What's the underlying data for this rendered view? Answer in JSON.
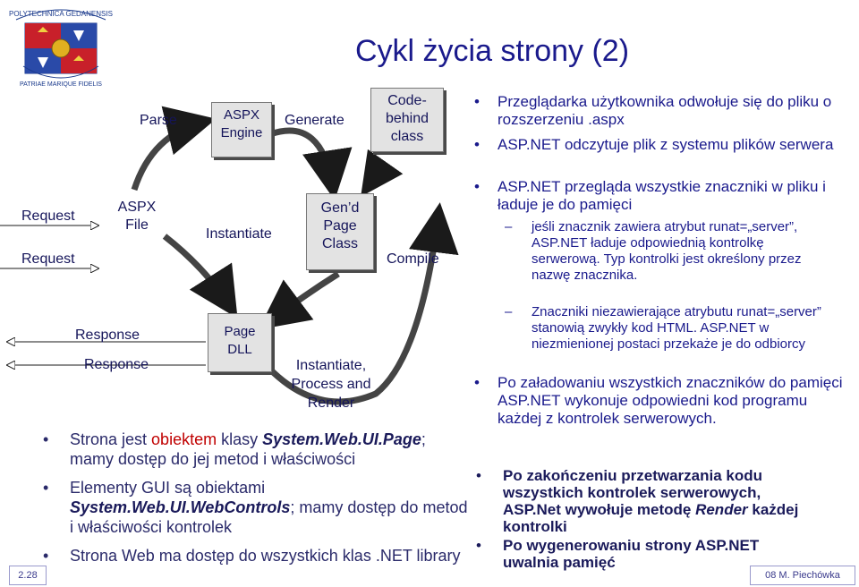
{
  "title": "Cykl życia strony (2)",
  "logo": {
    "text_top": "POLYTECHNICA GEDANENSIS",
    "text_bottom": "PATRIAE MARIQUE FIDELIS"
  },
  "diagram": {
    "nodes": {
      "aspx_file": "ASPX\nFile",
      "aspx_engine": "ASPX\nEngine",
      "gend_class": "Gen’d\nPage\nClass",
      "codebehind": "Code-\nbehind\nclass",
      "page_dll": "Page\nDLL"
    },
    "labels": {
      "request1": "Request",
      "request2": "Request",
      "response1": "Response",
      "response2": "Response",
      "parse": "Parse",
      "generate": "Generate",
      "instantiate": "Instantiate",
      "compile": "Compile",
      "instantiate_process": "Instantiate,\nProcess and\nRender"
    }
  },
  "left_bullets": [
    {
      "parts": [
        "Strona jest ",
        "obiektem",
        " klasy ",
        "System.Web.UI.Page",
        "; mamy dostęp do jej metod i właściwości"
      ]
    },
    {
      "parts": [
        "Elementy GUI są obiektami ",
        "System.Web.UI.WebControls",
        "; mamy dostęp do metod i właściwości kontrolek"
      ]
    },
    {
      "text": "Strona Web ma dostęp do wszystkich klas .NET library"
    }
  ],
  "right_bullets": [
    "Przeglądarka użytkownika odwołuje się do pliku o rozszerzeniu .aspx",
    "ASP.NET odczytuje plik z systemu plików serwera",
    "ASP.NET przegląda wszystkie znaczniki w pliku i ładuje je do pamięci"
  ],
  "sub_bullets": [
    "jeśli znacznik zawiera atrybut runat=„server”, ASP.NET ładuje odpowiednią kontrolkę serwerową. Typ kontrolki jest określony przez nazwę znacznika.",
    "Znaczniki niezawierające atrybutu runat=„server” stanowią zwykły kod HTML. ASP.NET w niezmienionej postaci przekaże je do odbiorcy"
  ],
  "right_bullet_4": "Po załadowaniu wszystkich znaczników do pamięci ASP.NET wykonuje odpowiedni kod programu każdej z kontrolek serwerowych.",
  "bottom_bullets": [
    {
      "parts": [
        "Po zakończeniu przetwarzania kodu wszystkich kontrolek serwerowych, ASP.Net wywołuje metodę ",
        "Render",
        " każdej kontrolki"
      ]
    },
    {
      "text": "Po wygenerowaniu strony ASP.NET uwalnia pamięć"
    }
  ],
  "page_number": "2.28",
  "footer": "08 M. Piechówka",
  "colors": {
    "title": "#1a1a8c",
    "accent_red": "#c00000",
    "box_fill": "#e3e3e3"
  }
}
